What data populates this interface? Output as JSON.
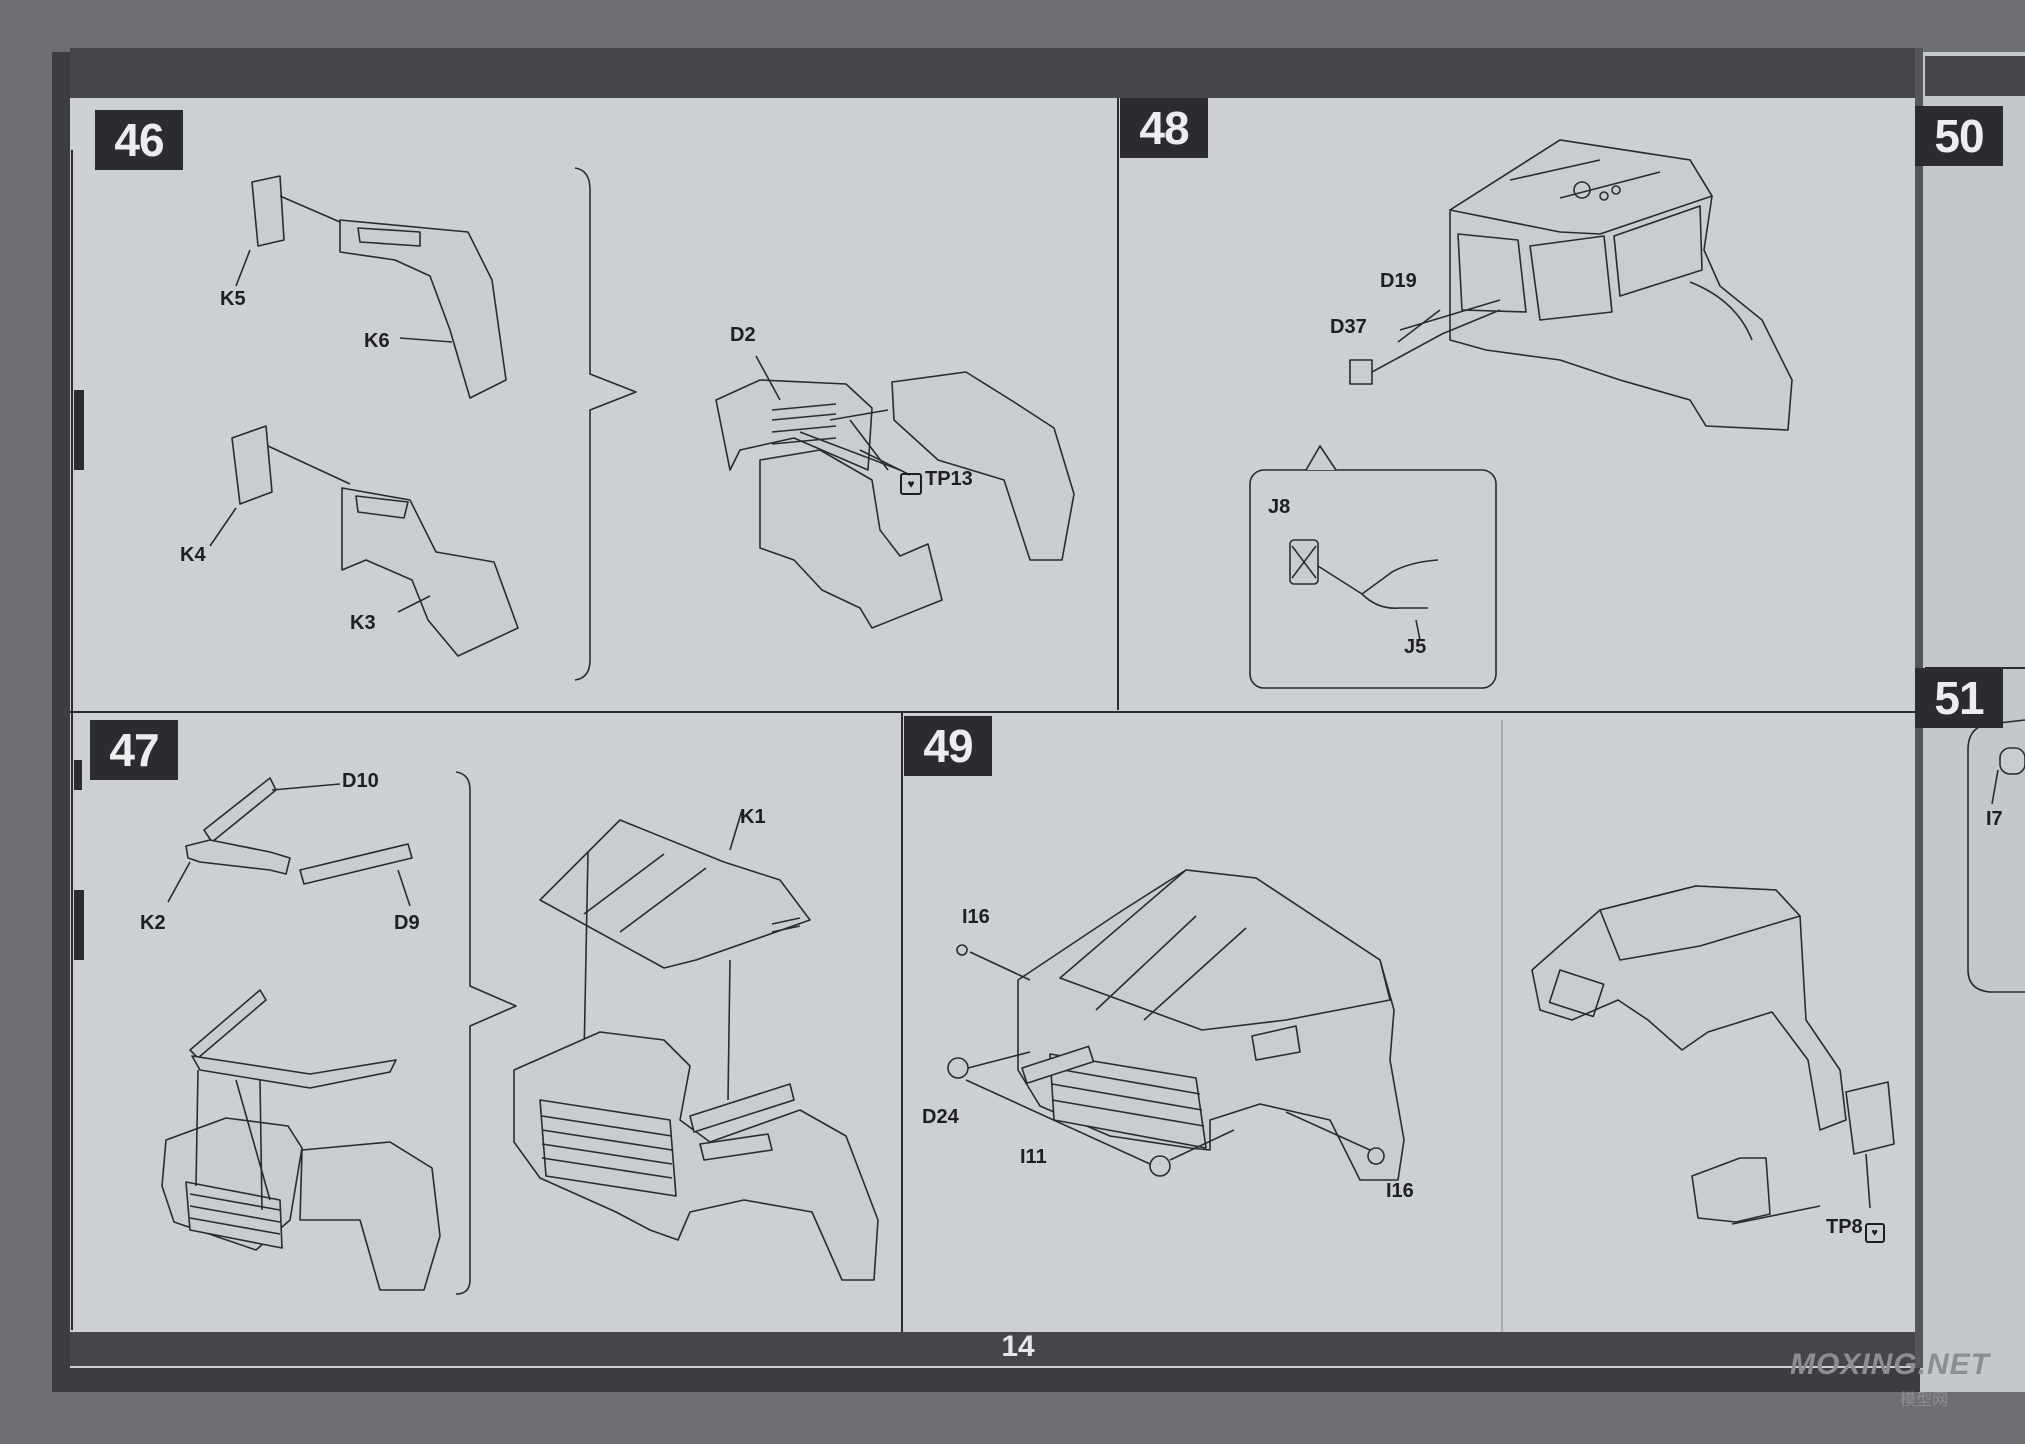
{
  "page": {
    "number": "14",
    "watermark": "MOXING.NET",
    "watermark_sub": "模型网"
  },
  "steps": {
    "s46": {
      "number": "46",
      "labels": {
        "k5": "K5",
        "k6": "K6",
        "k4": "K4",
        "k3": "K3",
        "d2": "D2",
        "tp13": "TP13"
      }
    },
    "s47": {
      "number": "47",
      "labels": {
        "d10": "D10",
        "k2": "K2",
        "d9": "D9",
        "k1": "K1"
      }
    },
    "s48": {
      "number": "48",
      "labels": {
        "d19": "D19",
        "d37": "D37",
        "j8": "J8",
        "j5": "J5"
      }
    },
    "s49": {
      "number": "49",
      "labels": {
        "i16a": "I16",
        "d24": "D24",
        "i11": "I11",
        "i16b": "I16",
        "tp8": "TP8"
      }
    },
    "s50": {
      "number": "50"
    },
    "s51": {
      "number": "51",
      "labels": {
        "i7": "I7"
      }
    }
  }
}
